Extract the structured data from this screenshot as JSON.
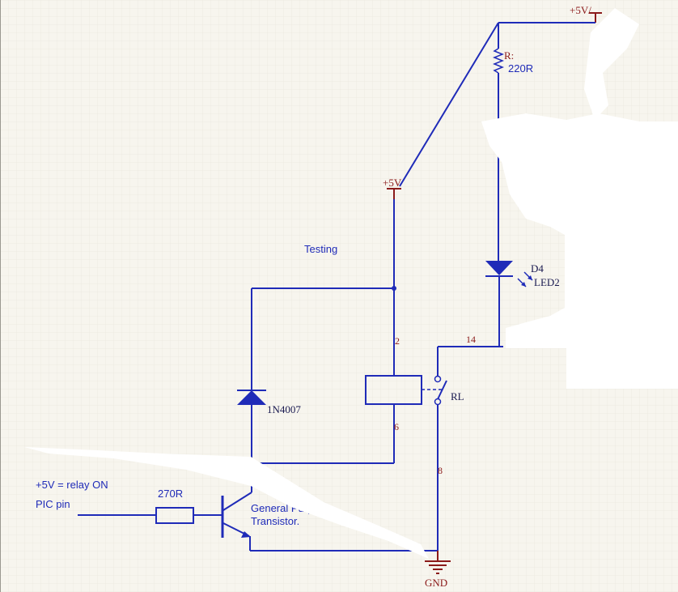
{
  "colors": {
    "background": "#f7f5ee",
    "grid": "#e6e3d8",
    "wire": "#1f2bb8",
    "power": "#8b1a1a"
  },
  "labels": {
    "vcc_top": "+5V/",
    "vcc_mid": "+5V",
    "gnd": "GND",
    "r1_ref": "R:",
    "r1_value": "220R",
    "d4_ref": "D4",
    "d4_value": "LED2",
    "pin14": "14",
    "pin2": "2",
    "pin6": "6",
    "pin8": "8",
    "relay_ref": "RL",
    "diode_value": "1N4007",
    "base_resistor_value": "270R",
    "testing_note": "Testing",
    "relay_on_note": "+5V = relay ON",
    "pic_pin": "PIC pin",
    "transistor_line1": "General Purpose",
    "transistor_line2": "Transistor."
  },
  "icons": {
    "led": "led-icon",
    "diode": "diode-icon",
    "relay_coil": "relay-coil-icon",
    "relay_switch": "relay-switch-icon",
    "transistor": "npn-transistor-icon",
    "ground": "ground-icon"
  }
}
